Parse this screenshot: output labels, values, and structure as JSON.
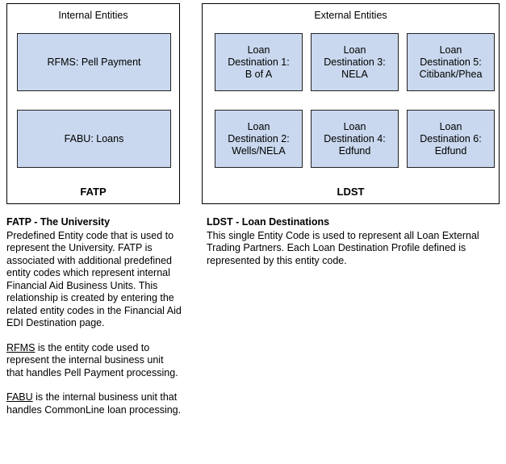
{
  "diagram": {
    "internal_panel": {
      "title": "Internal Entities",
      "footer": "FATP",
      "nodes": [
        {
          "id": "rfms",
          "label": "RFMS: Pell Payment"
        },
        {
          "id": "fabu",
          "label": "FABU: Loans"
        }
      ]
    },
    "external_panel": {
      "title": "External Entities",
      "footer": "LDST",
      "nodes": [
        {
          "id": "ld1",
          "line1": "Loan",
          "line2": "Destination 1:",
          "line3": "B of A"
        },
        {
          "id": "ld3",
          "line1": "Loan",
          "line2": "Destination 3:",
          "line3": "NELA"
        },
        {
          "id": "ld5",
          "line1": "Loan",
          "line2": "Destination 5:",
          "line3": "Citibank/Phea"
        },
        {
          "id": "ld2",
          "line1": "Loan",
          "line2": "Destination 2:",
          "line3": "Wells/NELA"
        },
        {
          "id": "ld4",
          "line1": "Loan",
          "line2": "Destination 4:",
          "line3": "Edfund"
        },
        {
          "id": "ld6",
          "line1": "Loan",
          "line2": "Destination 6:",
          "line3": "Edfund"
        }
      ]
    }
  },
  "notes": {
    "left": {
      "heading": "FATP - The University",
      "para1": "Predefined Entity code that is used to represent the University. FATP is associated with additional predefined entity codes which represent internal Financial Aid Business Units. This relationship is created by entering the related entity codes in the Financial Aid EDI Destination page.",
      "para2_term": "RFMS",
      "para2_rest": " is the entity code used to represent the internal business unit that handles Pell Payment processing.",
      "para3_term": "FABU",
      "para3_rest": " is the internal business unit that handles CommonLine loan processing."
    },
    "right": {
      "heading": "LDST - Loan Destinations",
      "para1": "This single Entity Code is used to represent all Loan External Trading Partners. Each Loan Destination Profile defined is represented by this entity code."
    }
  },
  "colors": {
    "node_fill": "#c9d8ee",
    "node_border": "#222222",
    "panel_border": "#000000",
    "text": "#000000"
  }
}
